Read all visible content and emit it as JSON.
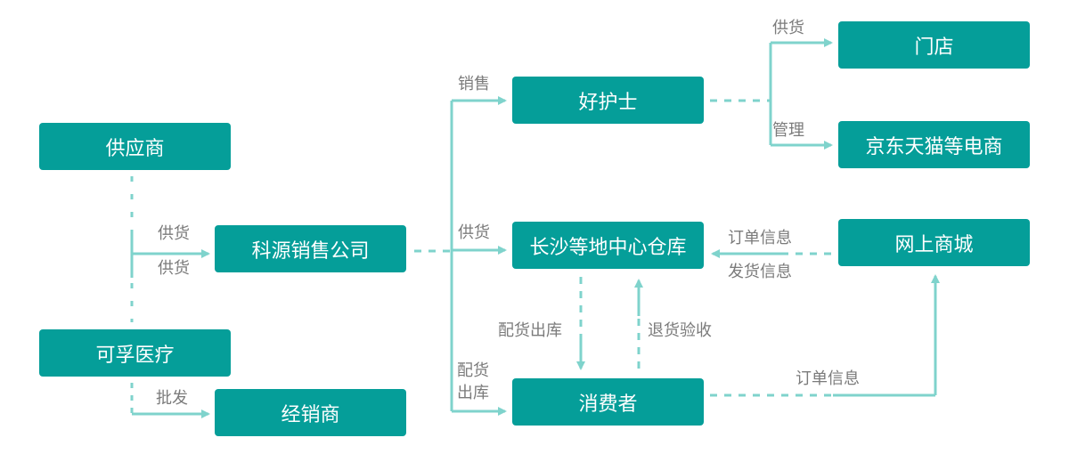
{
  "colors": {
    "node_fill": "#059e99",
    "node_text": "#ffffff",
    "connector": "#7fd3cc",
    "label_text": "#7b7b7b"
  },
  "nodes": {
    "supplier": "供应商",
    "keyuan": "科源销售公司",
    "kefu": "可孚医疗",
    "dealer": "经销商",
    "haohushi": "好护士",
    "warehouse": "长沙等地中心仓库",
    "consumer": "消费者",
    "store": "门店",
    "ecommerce": "京东天猫等电商",
    "mall": "网上商城"
  },
  "labels": {
    "supply_top": "供货",
    "supply_bottom": "供货",
    "wholesale": "批发",
    "sales": "销售",
    "supply_warehouse": "供货",
    "distribute_line1": "配货",
    "distribute_line2": "出库",
    "store_supply": "供货",
    "manage": "管理",
    "order_info_top": "订单信息",
    "ship_info": "发货信息",
    "dispatch_out": "配货出库",
    "return_check": "退货验收",
    "order_info_bottom": "订单信息"
  }
}
